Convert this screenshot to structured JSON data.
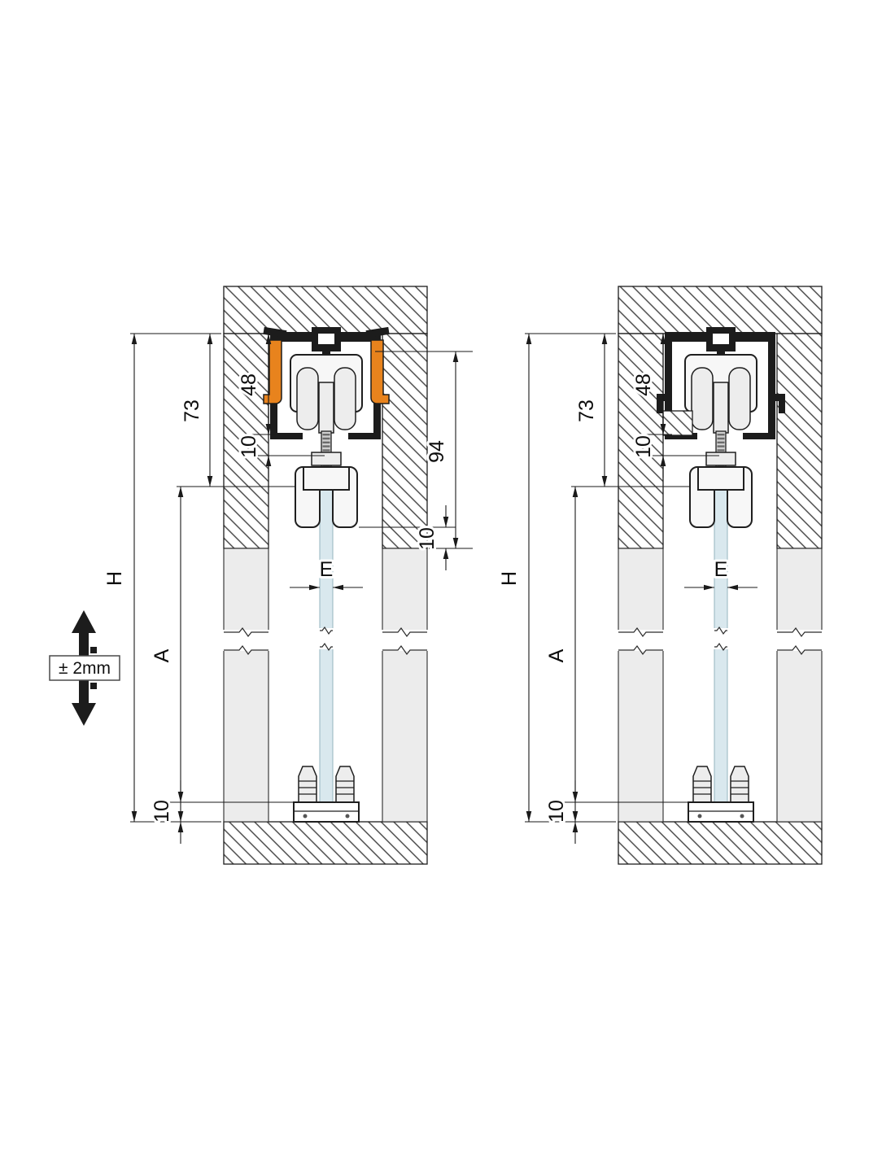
{
  "diagram": {
    "tolerance_label": "± 2mm",
    "left_view_dims": {
      "overall_height": "H",
      "panel_height": "A",
      "system_height": "73",
      "track_height": "48",
      "hanger_gap": "10",
      "headroom": "94",
      "soffit_gap": "10",
      "glass_thickness": "E",
      "floor_gap": "10"
    },
    "right_view_dims": {
      "overall_height": "H",
      "panel_height": "A",
      "system_height": "73",
      "track_height": "48",
      "hanger_gap": "10",
      "glass_thickness": "E",
      "floor_gap": "10"
    },
    "colors": {
      "clip_accent": "#e8831d",
      "glass": "#d9e8ee"
    }
  }
}
